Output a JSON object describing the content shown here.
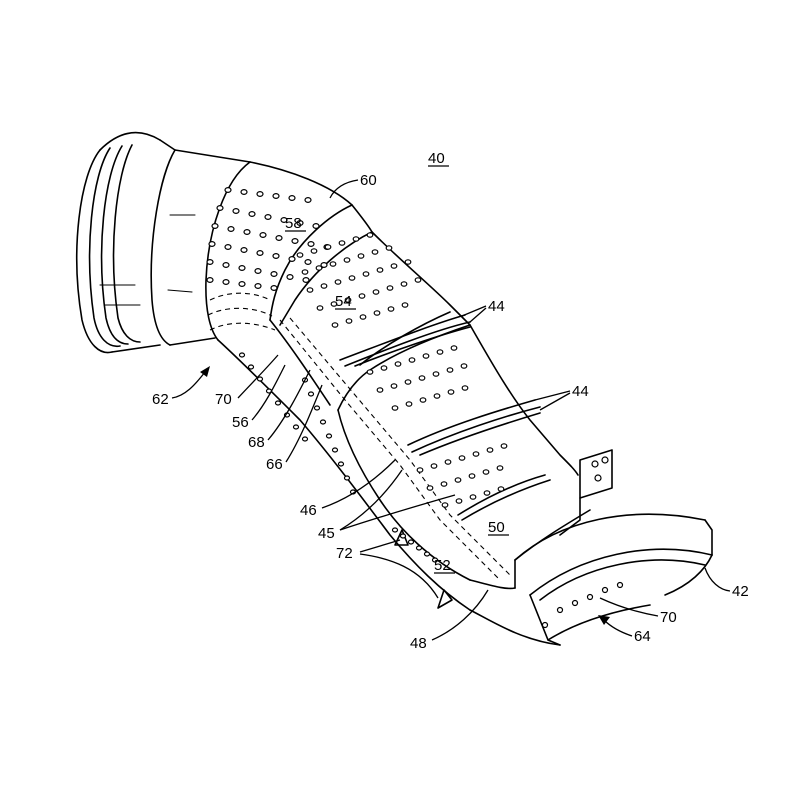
{
  "figure": {
    "labels": {
      "l40": "40",
      "l60": "60",
      "l58": "58",
      "l54": "54",
      "l44a": "44",
      "l44b": "44",
      "l62": "62",
      "l70a": "70",
      "l56": "56",
      "l68": "68",
      "l66": "66",
      "l46": "46",
      "l45": "45",
      "l50": "50",
      "l72": "72",
      "l52": "52",
      "l42": "42",
      "l70b": "70",
      "l64": "64",
      "l48": "48"
    },
    "underlined": [
      "40",
      "58",
      "54",
      "50",
      "52"
    ],
    "colors": {
      "line": "#000000",
      "background": "#ffffff"
    }
  }
}
